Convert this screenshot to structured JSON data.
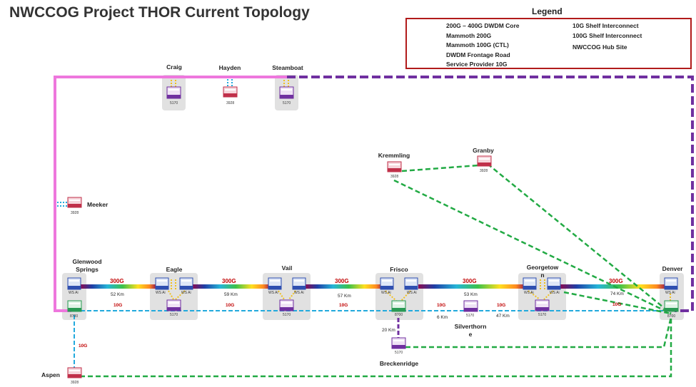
{
  "title": "NWCCOG Project THOR Current Topology",
  "legend": {
    "title": "Legend",
    "items": {
      "dwdm_core": "200G – 400G DWDM Core",
      "mammoth_200g": "Mammoth 200G",
      "mammoth_100g": "Mammoth 100G (CTL)",
      "dwdm_frontage": "DWDM Frontage Road",
      "sp_10g": "Service Provider 10G",
      "shelf_10g": "10G Shelf Interconnect",
      "shelf_100g": "100G Shelf Interconnect",
      "hub_site": "NWCCOG Hub Site"
    }
  },
  "colors": {
    "mammoth_200g": "#ee77dd",
    "mammoth_100g": "#7030a0",
    "frontage": "#22aadd",
    "service_provider": "#22aa44",
    "shelf_10g": "#22aadd",
    "shelf_100g": "#f0c020",
    "capacity": "#c00000",
    "legend_border": "#b11b1b"
  },
  "sites": {
    "craig": {
      "name": "Craig",
      "model": "5170"
    },
    "hayden": {
      "name": "Hayden",
      "model": "3928"
    },
    "steamboat": {
      "name": "Steamboat",
      "model": "5170"
    },
    "meeker": {
      "name": "Meeker",
      "model": "3928"
    },
    "kremmling": {
      "name": "Kremmling",
      "model": "3928"
    },
    "granby": {
      "name": "Granby",
      "model": "3928"
    },
    "glenwood": {
      "name": "Glenwood\nSprings",
      "model": "8700",
      "wsai": "WS Ai"
    },
    "eagle": {
      "name": "Eagle",
      "model": "5170",
      "wsai": "WS Ai"
    },
    "vail": {
      "name": "Vail",
      "model": "5170",
      "wsai": "WS Ai"
    },
    "frisco": {
      "name": "Frisco",
      "model": "8700",
      "wsai": "WS Ai"
    },
    "georgetown": {
      "name": "Georgetow\nn",
      "model": "5170",
      "wsai": "WS Ai"
    },
    "denver": {
      "name": "Denver",
      "model": "8700",
      "wsai": "WS Ai"
    },
    "silverthorne": {
      "name": "Silverthorn\ne",
      "model": "5170"
    },
    "breckenridge": {
      "name": "Breckenridge",
      "model": "5170"
    },
    "aspen": {
      "name": "Aspen",
      "model": "3928"
    }
  },
  "links": {
    "core": [
      {
        "capacity": "300G",
        "distance": "52 Km",
        "frontage": "10G"
      },
      {
        "capacity": "300G",
        "distance": "59 Km",
        "frontage": "10G"
      },
      {
        "capacity": "300G",
        "distance": "57 Km",
        "frontage": "10G"
      },
      {
        "capacity": "300G",
        "distance": "53 Km",
        "frontage": "10G"
      },
      {
        "capacity": "300G",
        "distance": "74 Km",
        "frontage": "10G"
      }
    ],
    "silverthorne_left": {
      "capacity": "10G",
      "distance": "6 Km"
    },
    "silverthorne_right": {
      "distance": "47 Km"
    },
    "breckenridge": {
      "distance": "20 Km"
    },
    "aspen": {
      "capacity": "10G"
    }
  }
}
